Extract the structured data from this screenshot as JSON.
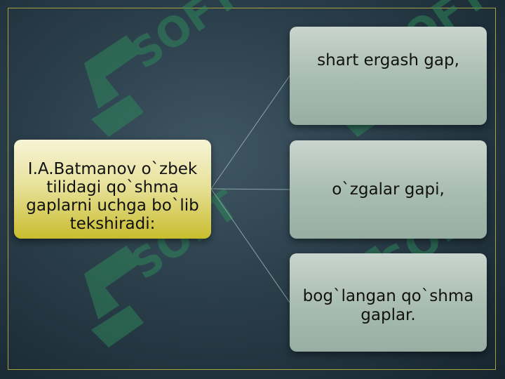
{
  "diagram": {
    "root": "I.A.Batmanov o`zbek tilidagi qo`shma gaplarni uchga bo`lib tekshiradi:",
    "children": [
      "shart ergash gap,",
      "o`zgalar gapi,",
      "bog`langan qo`shma gaplar."
    ]
  },
  "watermark": {
    "text": "SOFT"
  },
  "colors": {
    "background": "#2a3e4a",
    "frame": "#a8a23a",
    "root_box": "#e8e29d",
    "child_box": "#a8bcb1",
    "connector": "#8aa3a3",
    "watermark": "#2e8b5a"
  }
}
